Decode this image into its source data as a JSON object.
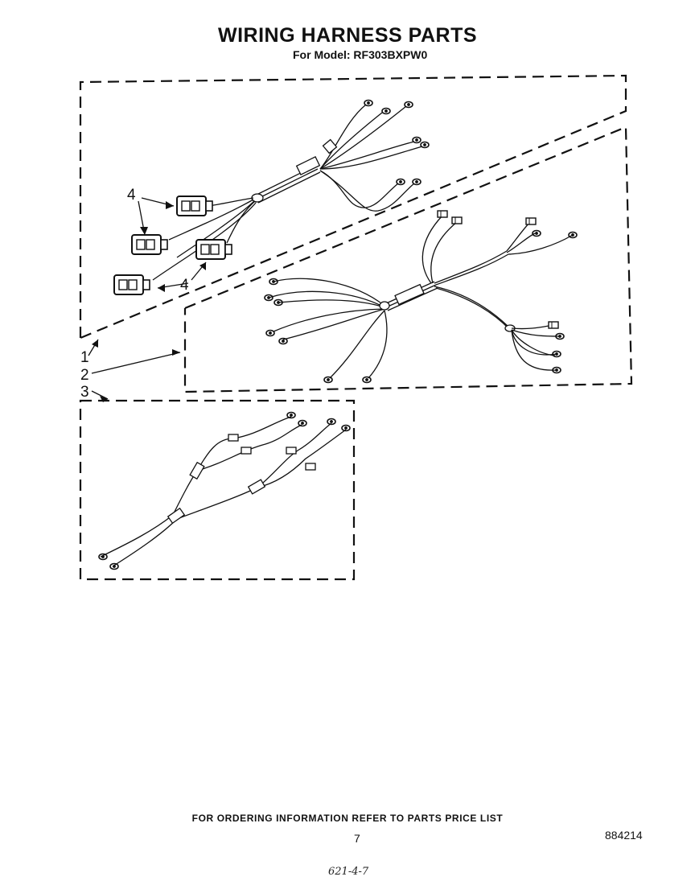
{
  "header": {
    "title": "WIRING HARNESS PARTS",
    "subtitle": "For Model: RF303BXPW0"
  },
  "callouts": {
    "c1": "1",
    "c2": "2",
    "c3": "3",
    "c4a": "4",
    "c4b": "4"
  },
  "footer": {
    "ordering_note": "FOR ORDERING INFORMATION REFER TO PARTS PRICE LIST",
    "page_number": "7",
    "document_number": "884214",
    "handwritten_note": "621-4-7"
  }
}
